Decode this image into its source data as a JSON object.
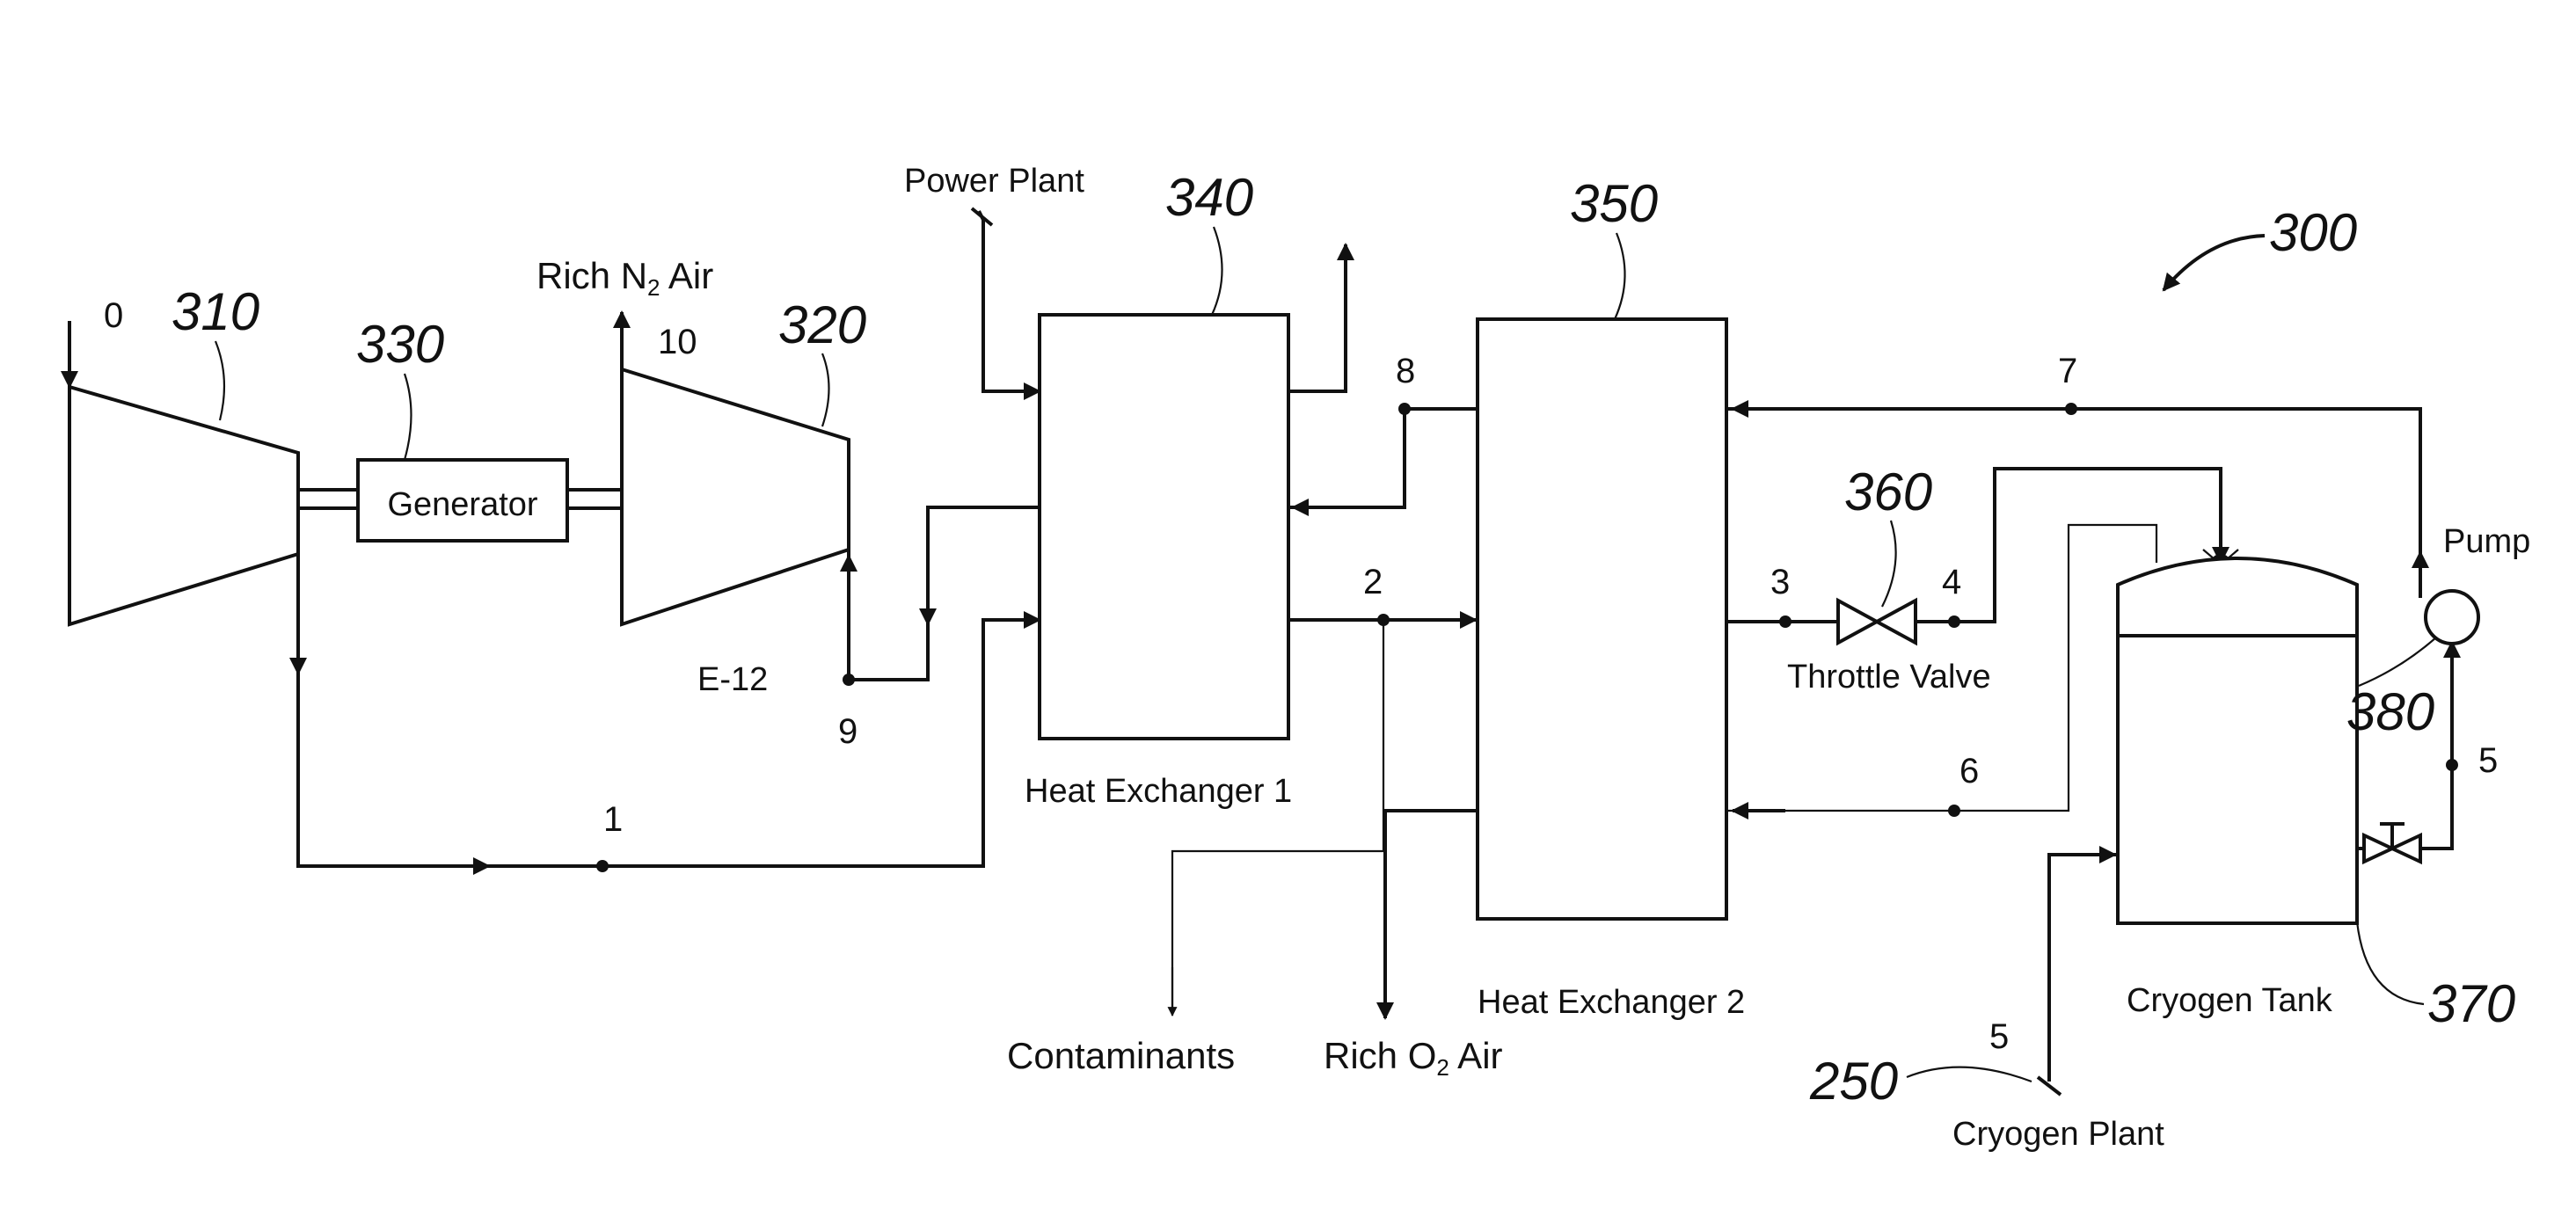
{
  "components": {
    "generator": "Generator",
    "heat_exchanger_1": "Heat Exchanger 1",
    "heat_exchanger_2": "Heat Exchanger 2",
    "throttle_valve": "Throttle Valve",
    "cryogen_tank": "Cryogen Tank",
    "pump": "Pump"
  },
  "streams": {
    "power_plant": "Power Plant",
    "rich_n2_prefix": "Rich N",
    "rich_n2_sub": "2",
    "rich_n2_suffix": " Air",
    "rich_o2_prefix": "Rich O",
    "rich_o2_sub": "2",
    "rich_o2_suffix": " Air",
    "contaminants": "Contaminants",
    "cryogen_plant": "Cryogen Plant",
    "e12": "E-12"
  },
  "state_points": {
    "p0": "0",
    "p1": "1",
    "p2": "2",
    "p3": "3",
    "p4": "4",
    "p5a": "5",
    "p5b": "5",
    "p6": "6",
    "p7": "7",
    "p8": "8",
    "p9": "9",
    "p10": "10"
  },
  "reference_numerals": {
    "r300": "300",
    "r310": "310",
    "r320": "320",
    "r330": "330",
    "r340": "340",
    "r350": "350",
    "r360": "360",
    "r370": "370",
    "r380": "380",
    "r250": "250"
  }
}
